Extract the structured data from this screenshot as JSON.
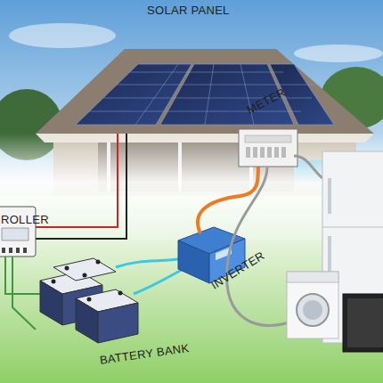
{
  "diagram": {
    "labels": [
      "SOLAR PANEL",
      "ROLLER",
      "METER",
      "INVERTER",
      "BATTERY BANK"
    ]
  }
}
